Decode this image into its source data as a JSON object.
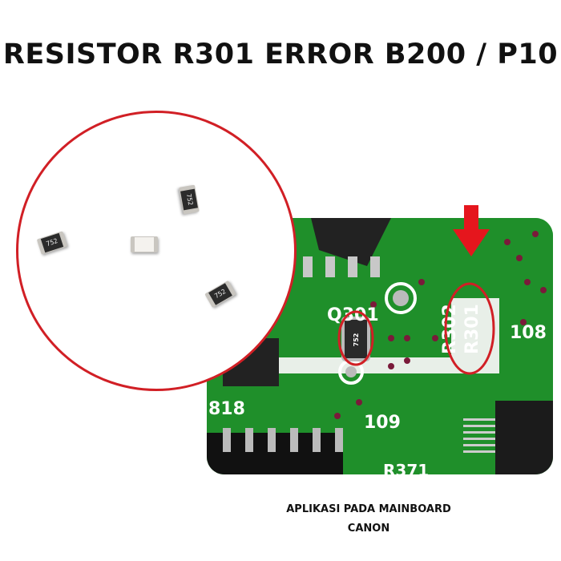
{
  "title": "RESISTOR R301 ERROR B200 / P10",
  "caption": {
    "line1": "APLIKASI PADA MAINBOARD",
    "line2": "CANON"
  },
  "zoom_circle": {
    "resistor_code": "752"
  },
  "pcb": {
    "labels": {
      "q301": "Q301",
      "r302": "R302",
      "r301": "R301",
      "l108": "108",
      "l818": "818",
      "l109": "109",
      "r371": "R371"
    },
    "resistor_code": "752"
  },
  "colors": {
    "highlight": "#d11f25",
    "pcb": "#1f8f2a",
    "arrow": "#e5161d"
  }
}
